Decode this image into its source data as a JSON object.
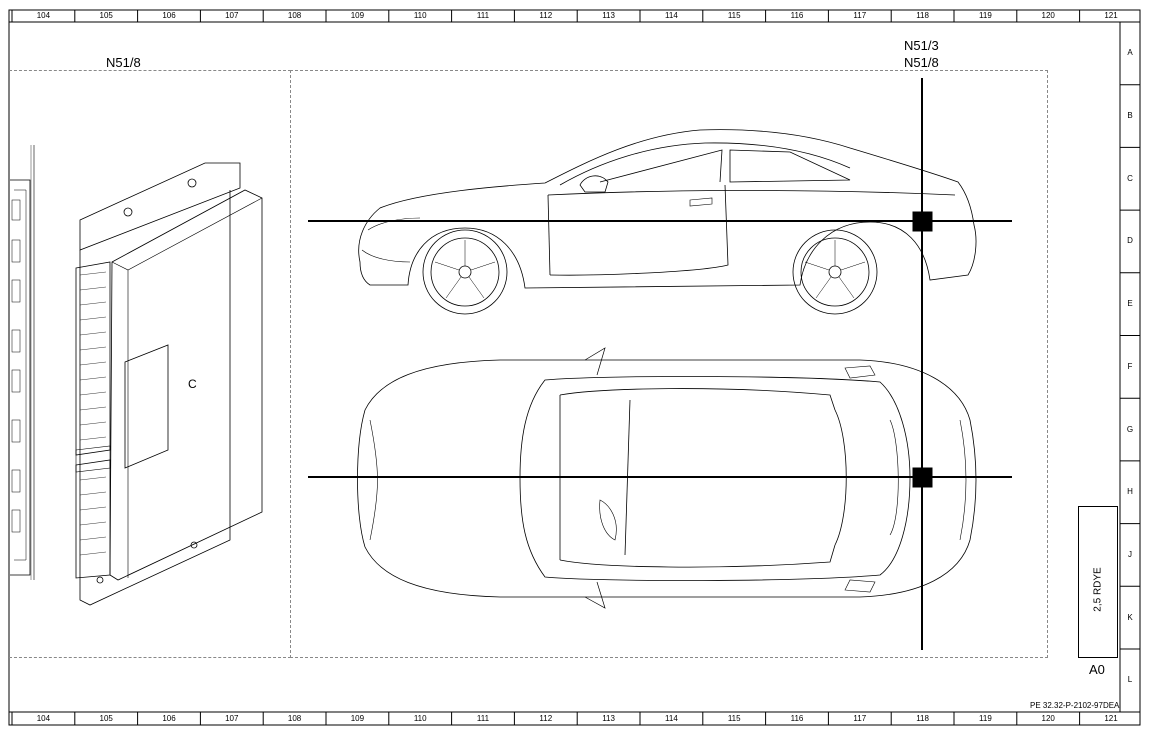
{
  "columns": [
    "104",
    "105",
    "106",
    "107",
    "108",
    "109",
    "110",
    "111",
    "112",
    "113",
    "114",
    "115",
    "116",
    "117",
    "118",
    "119",
    "120",
    "121"
  ],
  "rows": [
    "A",
    "B",
    "C",
    "D",
    "E",
    "F",
    "G",
    "H",
    "J",
    "K",
    "L"
  ],
  "callouts": {
    "left_module": "N51/8",
    "right_top": "N51/3",
    "right_bottom": "N51/8"
  },
  "legend": {
    "info_icon": "info-icon",
    "wire_label": "2,5 RDYE",
    "component_code": "A0"
  },
  "document_id": "PE 32.32-P-2102-97DEA"
}
